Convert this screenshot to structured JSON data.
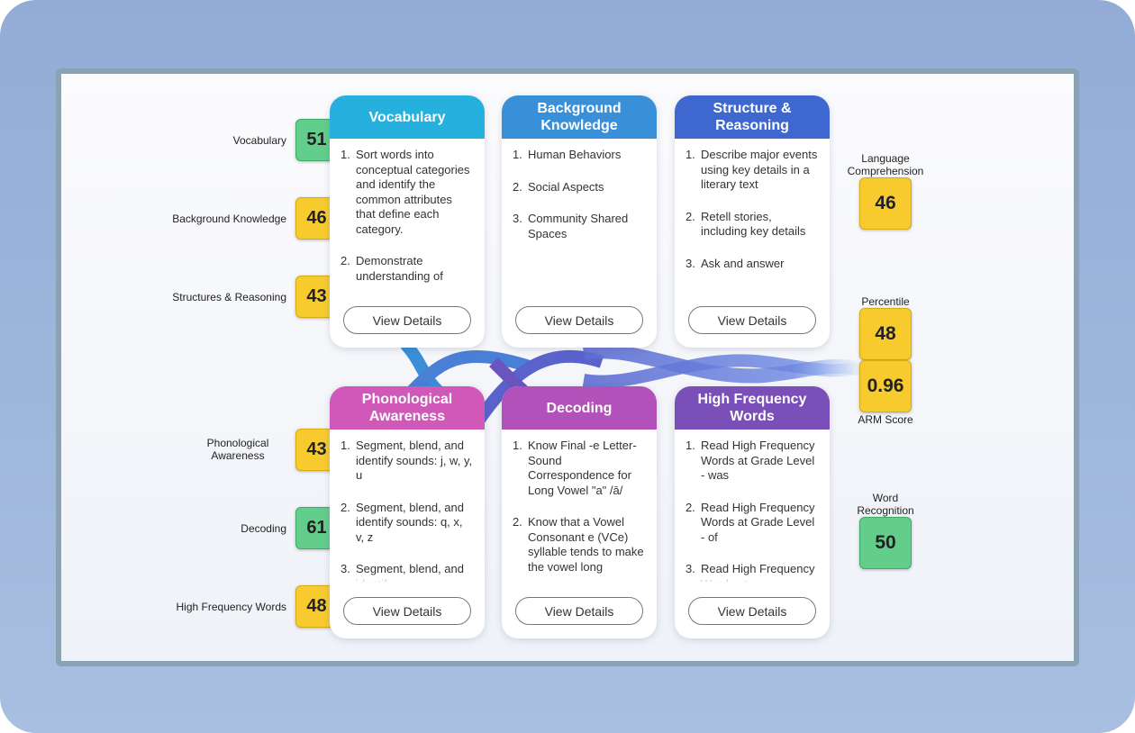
{
  "rows": [
    {
      "label": "Vocabulary",
      "score": "51",
      "color": "green"
    },
    {
      "label": "Background Knowledge",
      "score": "46",
      "color": "yellow"
    },
    {
      "label": "Structures & Reasoning",
      "score": "43",
      "color": "yellow"
    },
    {
      "label": "Phonological Awareness",
      "score": "43",
      "color": "yellow"
    },
    {
      "label": "Decoding",
      "score": "61",
      "color": "green"
    },
    {
      "label": "High Frequency Words",
      "score": "48",
      "color": "yellow"
    }
  ],
  "cards": [
    {
      "title": "Vocabulary",
      "color": "#25b0de",
      "button": "View Details",
      "items": [
        "Sort words into conceptual categories and identify the common attributes that define each category.",
        "Demonstrate understanding of"
      ]
    },
    {
      "title": "Background Knowledge",
      "color": "#3990d8",
      "button": "View Details",
      "items": [
        "Human Behaviors",
        "Social Aspects",
        "Community Shared Spaces"
      ]
    },
    {
      "title": "Structure & Reasoning",
      "color": "#3f67d0",
      "button": "View Details",
      "items": [
        "Describe major events using key details in a literary text",
        "Retell stories, including key details",
        "Ask and answer"
      ]
    },
    {
      "title": "Phonological Awareness",
      "color": "#cf58b9",
      "button": "View Details",
      "items": [
        "Segment, blend, and identify sounds: j, w, y, u",
        "Segment, blend, and identify sounds: q, x, v, z",
        "Segment, blend, and identify"
      ]
    },
    {
      "title": "Decoding",
      "color": "#b251b9",
      "button": "View Details",
      "items": [
        "Know Final -e Letter-Sound Correspondence for Long Vowel \"a\" /ā/",
        "Know that a Vowel Consonant e (VCe) syllable tends to make the vowel long"
      ]
    },
    {
      "title": "High Frequency Words",
      "color": "#7a4fb8",
      "button": "View Details",
      "items": [
        "Read High Frequency Words at Grade Level - was",
        "Read High Frequency Words at Grade Level - of",
        "Read High Frequency Words at"
      ]
    }
  ],
  "metrics": {
    "language_comprehension": {
      "label": "Language Comprehension",
      "score": "46",
      "color": "yellow"
    },
    "percentile": {
      "label": "Percentile",
      "score": "48",
      "color": "yellow"
    },
    "arm_score": {
      "label": "ARM Score",
      "score": "0.96",
      "color": "yellow"
    },
    "word_recognition": {
      "label": "Word Recognition",
      "score": "50",
      "color": "green"
    }
  },
  "item_numbers": [
    "1.",
    "2.",
    "3."
  ]
}
